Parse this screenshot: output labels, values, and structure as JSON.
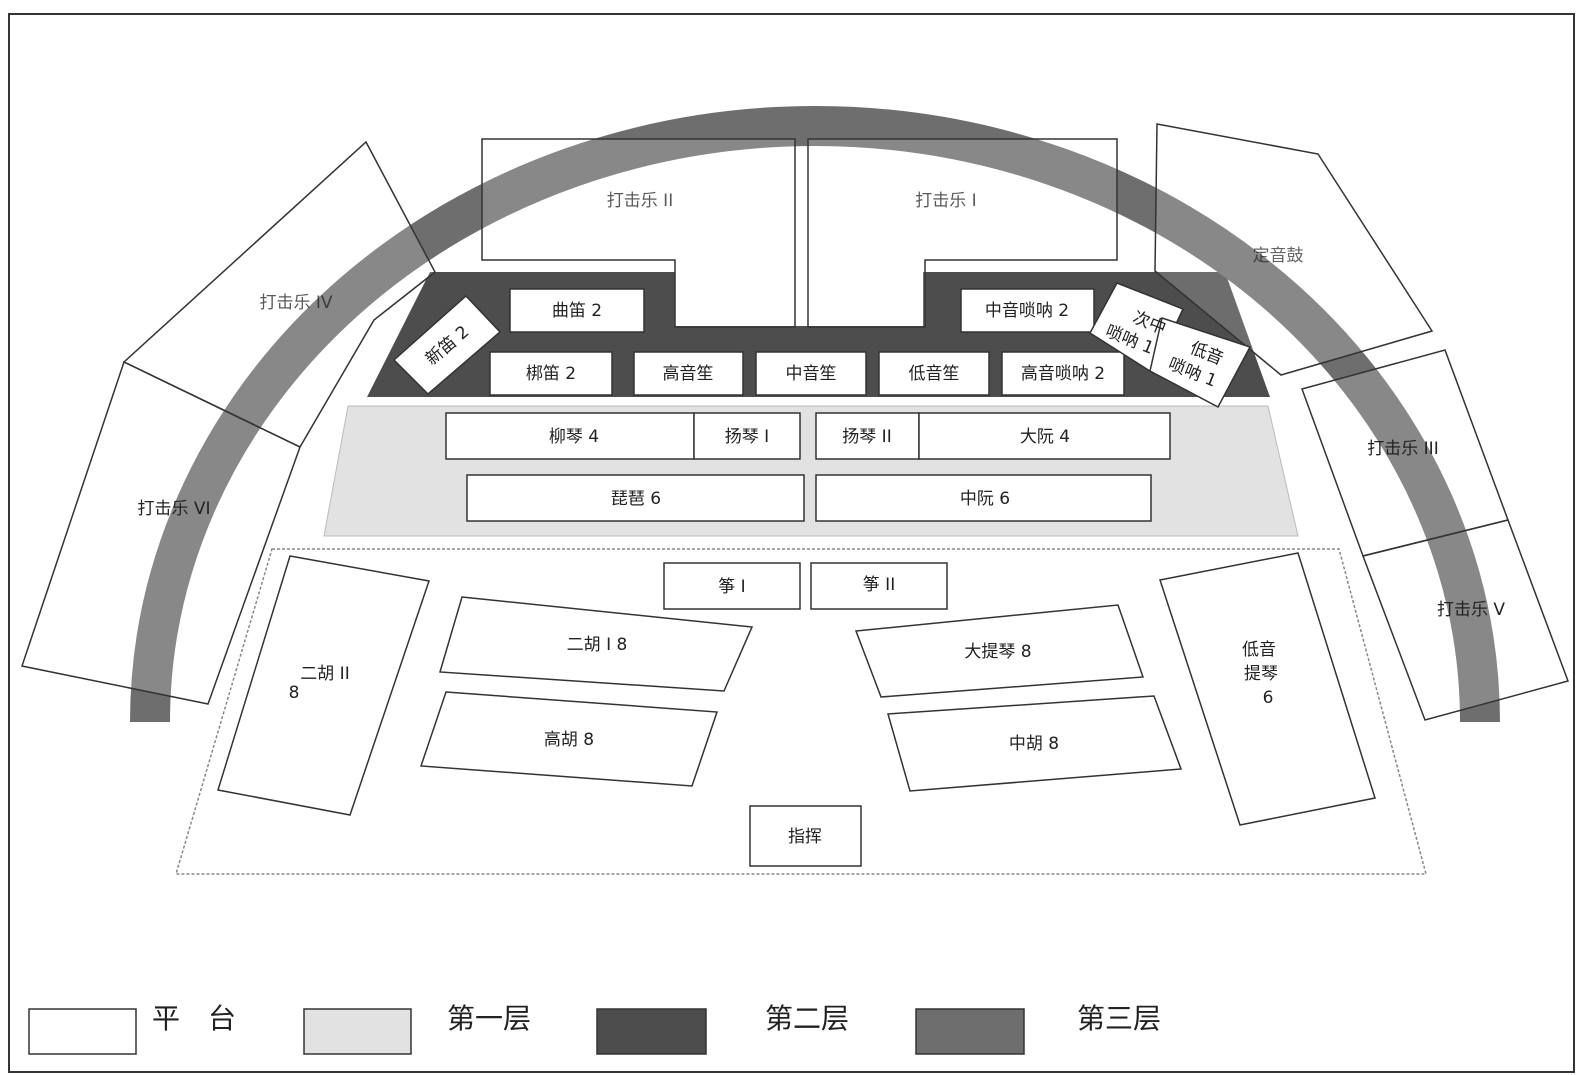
{
  "seats": {
    "percussion_1": "打击乐 I",
    "percussion_2": "打击乐 II",
    "percussion_3": "打击乐 III",
    "percussion_4": "打击乐 IV",
    "percussion_5": "打击乐 V",
    "percussion_6": "打击乐 VI",
    "timpani": "定音鼓",
    "qudi": "曲笛 2",
    "xindi": "新笛 2",
    "bangdi": "梆笛 2",
    "high_sheng": "高音笙",
    "mid_sheng": "中音笙",
    "low_sheng": "低音笙",
    "alto_suona": "中音唢呐 2",
    "high_suona": "高音唢呐 2",
    "tenor_suona_1": "次中",
    "tenor_suona_2": "唢呐 1",
    "bass_suona_1": "低音",
    "bass_suona_2": "唢呐 1",
    "liuqin": "柳琴 4",
    "yangqin_1": "扬琴 I",
    "yangqin_2": "扬琴 II",
    "daruan": "大阮 4",
    "pipa": "琵琶 6",
    "zhongruan": "中阮 6",
    "zheng_1": "筝 I",
    "zheng_2": "筝 II",
    "erhu_1": "二胡 I 8",
    "erhu_2_a": "二胡 II",
    "erhu_2_b": "8",
    "gaohu": "高胡 8",
    "dagetiqin": "大提琴 8",
    "zhonghu": "中胡 8",
    "bass_cello_1": "低音",
    "bass_cello_2": "提琴",
    "bass_cello_3": "6",
    "conductor": "指挥"
  },
  "legend": {
    "platform": "平　台",
    "tier_1": "第一层",
    "tier_2": "第二层",
    "tier_3": "第三层"
  },
  "colors": {
    "platform": "#ffffff",
    "tier_1": "#e2e2e2",
    "tier_2": "#4d4d4d",
    "tier_3": "#6e6e6e"
  }
}
